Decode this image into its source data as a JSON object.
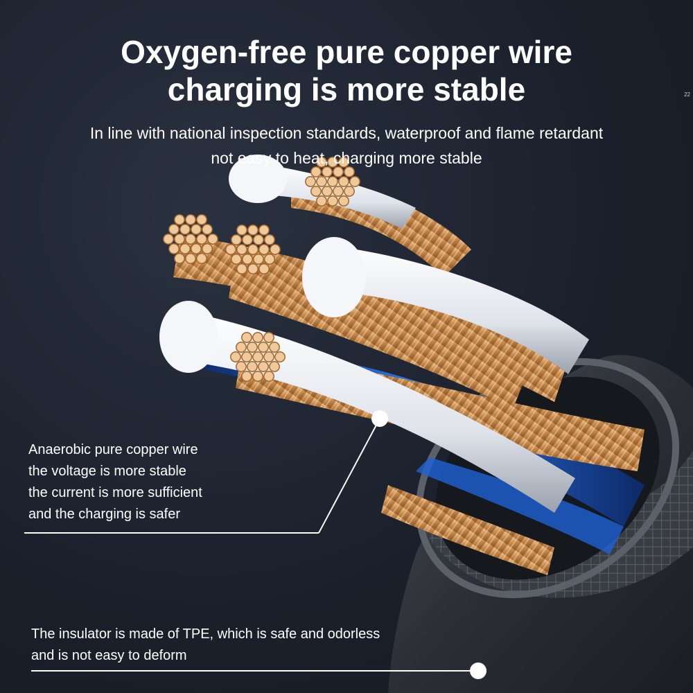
{
  "headline": {
    "line1": "Oxygen-free pure copper wire",
    "line2": "charging is more stable"
  },
  "subline": {
    "line1": "In line with national inspection standards, waterproof and flame retardant",
    "line2": "not easy to heat, charging more stable"
  },
  "callouts": [
    {
      "lines": [
        "Anaerobic pure copper wire",
        "the voltage is more stable",
        "the current is more sufficient",
        "and the charging is safer"
      ]
    },
    {
      "lines": [
        "The insulator is made of TPE, which is safe and odorless",
        "and is not easy to deform"
      ]
    }
  ],
  "tag": "22",
  "colors": {
    "background": "#1b212c",
    "copper": "#c98a4b",
    "copper_light": "#f0c99a",
    "insulation_white": "#eef1f5",
    "accent_blue": "#1f63d6",
    "jacket": "#2a2e34"
  }
}
